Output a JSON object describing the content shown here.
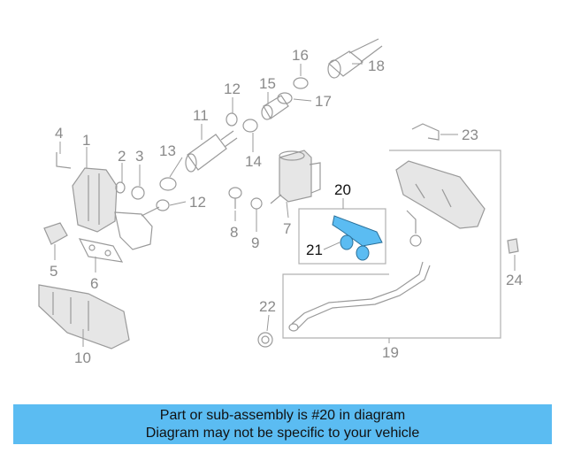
{
  "diagram": {
    "callouts": [
      "1",
      "2",
      "3",
      "4",
      "5",
      "6",
      "7",
      "8",
      "9",
      "10",
      "11",
      "12",
      "12",
      "13",
      "14",
      "15",
      "16",
      "17",
      "18",
      "19",
      "20",
      "21",
      "22",
      "23",
      "24"
    ],
    "highlighted_part": "20",
    "highlight_color": "#5bbcf2"
  },
  "banner": {
    "line1": "Part or sub-assembly is #20 in diagram",
    "line2": "Diagram may not be specific to your vehicle",
    "color": "#5bbcf2"
  }
}
